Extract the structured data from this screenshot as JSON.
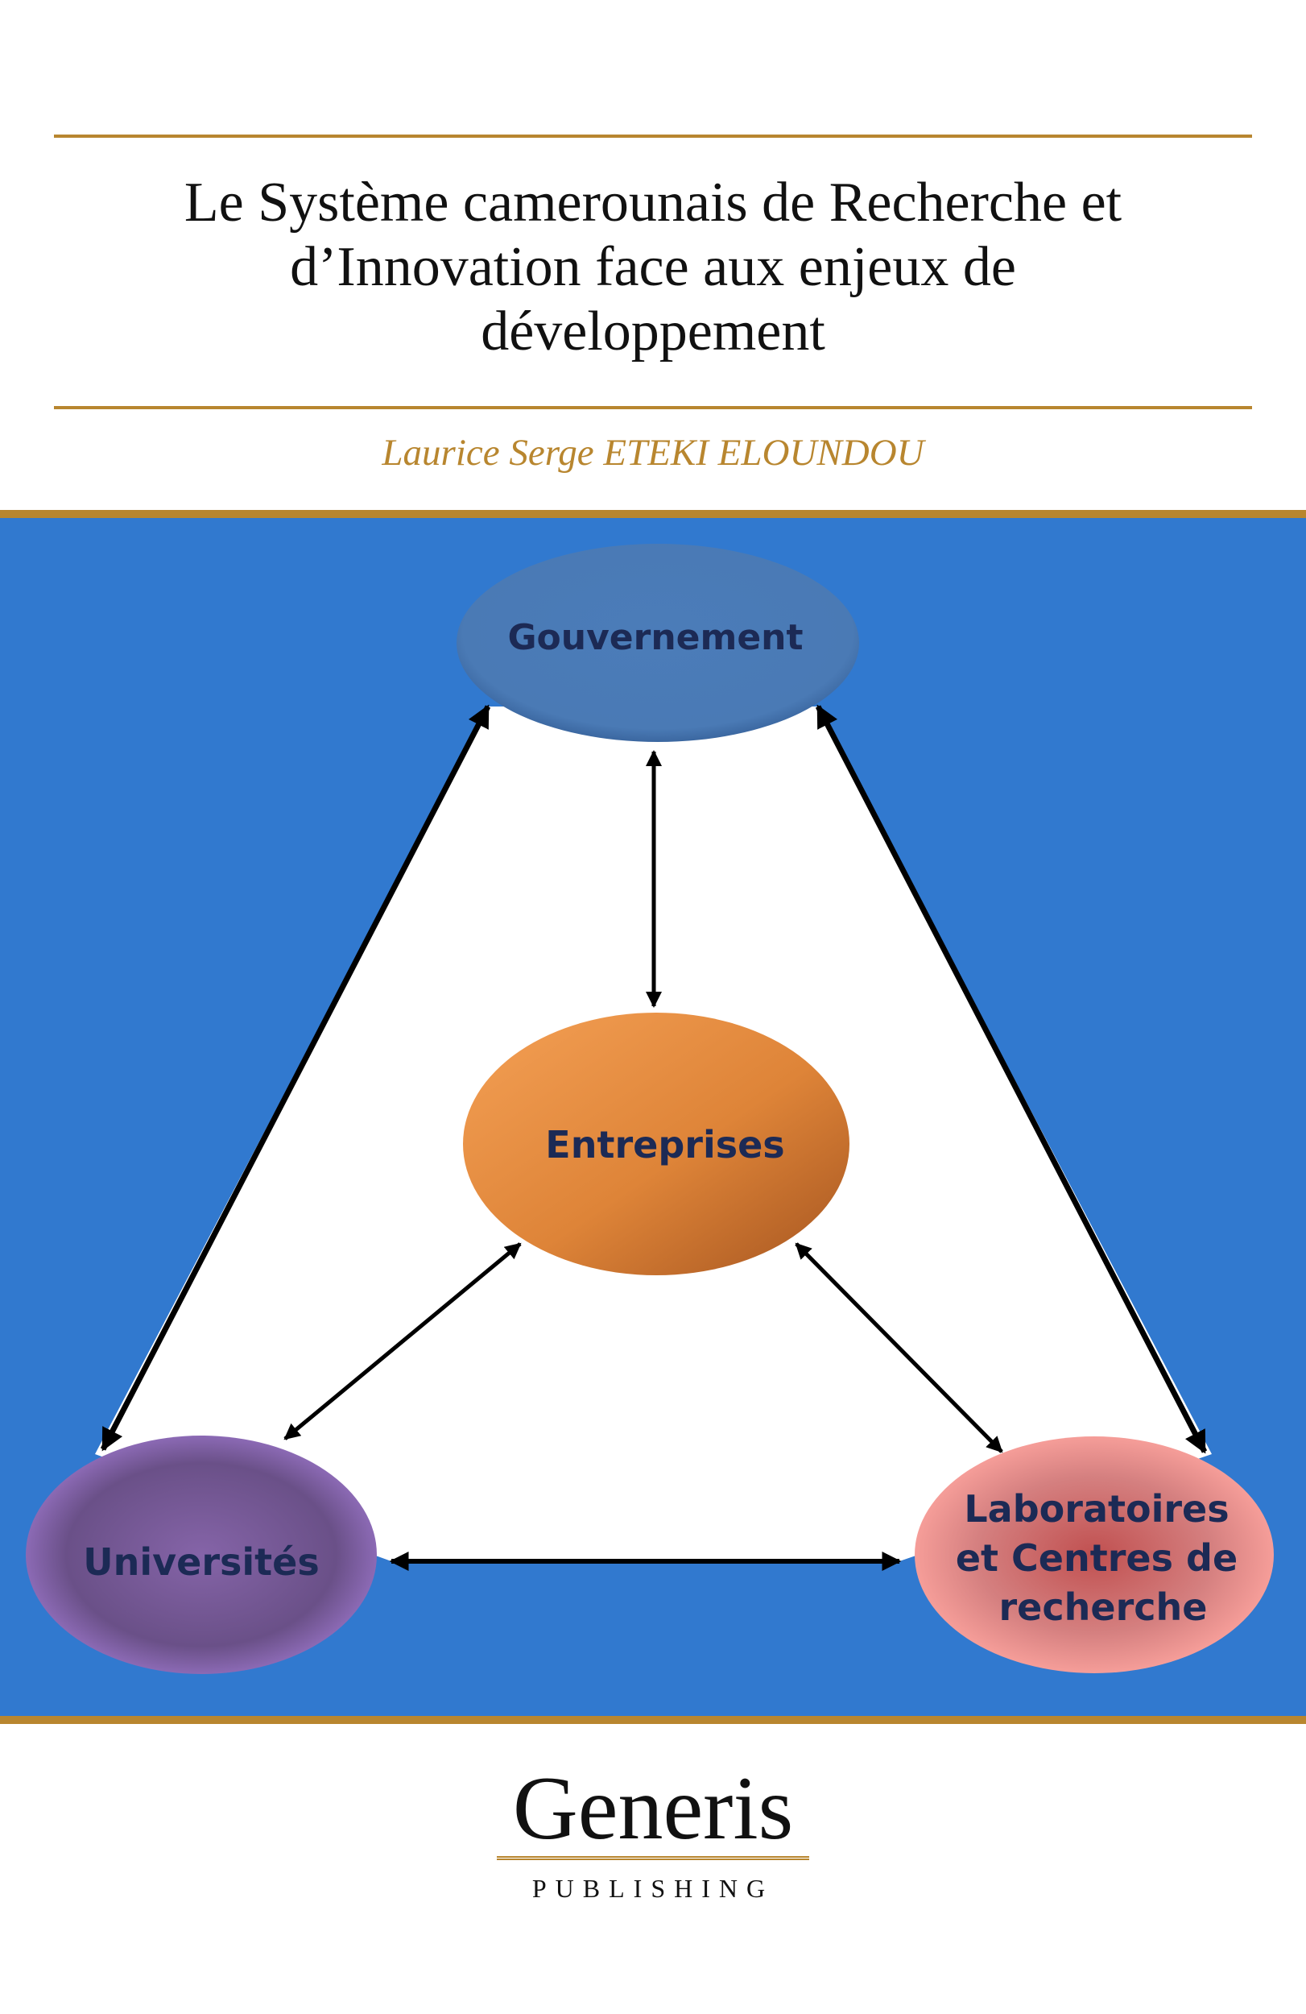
{
  "title": {
    "lines": [
      "Le Système camerounais de Recherche et",
      "d’Innovation face aux enjeux de",
      "développement"
    ]
  },
  "author": "Laurice Serge ETEKI ELOUNDOU",
  "diagram": {
    "nodes": {
      "government": {
        "label": "Gouvernement",
        "color": "#4a7cb8"
      },
      "enterprises": {
        "label": "Entreprises",
        "color": "#e8883a"
      },
      "universities": {
        "label": "Universités",
        "color": "#7a5aa0"
      },
      "labs": {
        "lines": [
          "Laboratoires",
          "et Centres de",
          "recherche"
        ],
        "color": "#e07070"
      }
    },
    "background_color": "#3179cf",
    "accent_color": "#b8862f"
  },
  "publisher": {
    "name": "Generis",
    "subtitle": "PUBLISHING"
  }
}
